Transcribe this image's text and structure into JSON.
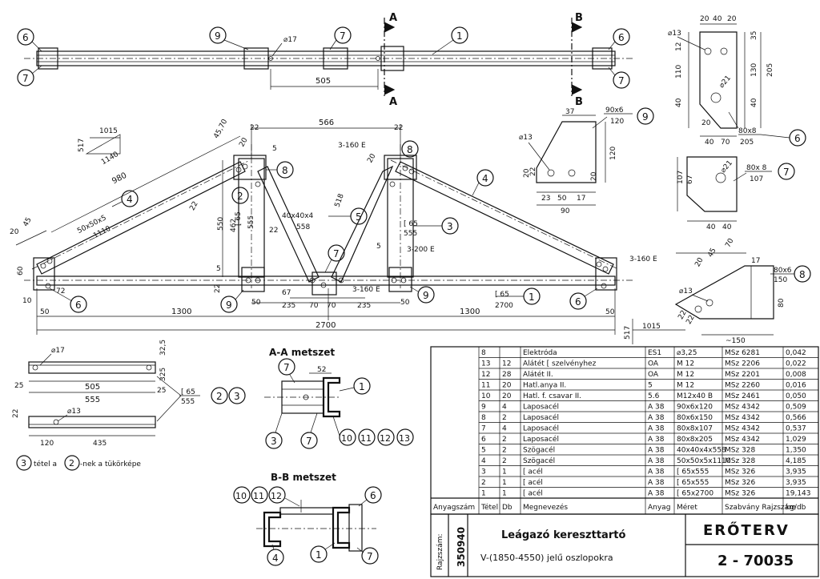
{
  "top_view": {
    "dim_505": "505",
    "phi17": "⌀17",
    "section_a": "A",
    "section_b": "B",
    "callouts": [
      "6",
      "7",
      "9",
      "7",
      "1",
      "6",
      "7"
    ]
  },
  "truss": {
    "dims": {
      "d1015": "1015",
      "d517": "517",
      "d1140": "1140",
      "d980": "980",
      "d4570": "45,70",
      "d20a": "20",
      "d22a": "22",
      "d5a": "5",
      "d566": "566",
      "d22b": "22",
      "d20b": "20",
      "d550": "550",
      "d462": "462",
      "d555": "555",
      "d22c": "22",
      "d518": "518",
      "d67": "67",
      "d235a": "235",
      "d70a": "70",
      "d70b": "70",
      "d235b": "235",
      "d50a": "50",
      "d50b": "50",
      "d50c": "50",
      "d1300a": "1300",
      "d1300b": "1300",
      "d2700": "2700",
      "d20c": "20",
      "d45": "45",
      "d60": "60",
      "d10": "10",
      "d72": "72",
      "d5b": "5",
      "d5c": "5",
      "d22d": "22",
      "d20d": "20",
      "d22e": "22"
    },
    "labels": {
      "l_50x50x5": "50x50x5",
      "l_1110": "1110",
      "l_40x40x4": "40x40x4",
      "l_558": "558",
      "l_c65a": "[ 65",
      "l_555a": "555",
      "l_c65b": "[ 65",
      "l_555b": "555",
      "l_c65c": "[ 65",
      "l_2700": "2700",
      "weld_3_160a": "3-160 E",
      "weld_3_200": "3-200 E",
      "weld_3_160b": "3-160 E",
      "weld_3_160c": "3-160 E"
    },
    "callouts": [
      "6",
      "2",
      "8",
      "4",
      "5",
      "7",
      "8",
      "3",
      "9",
      "9",
      "1",
      "6",
      "4"
    ]
  },
  "plates": {
    "p6": {
      "d20": "20",
      "d40": "40",
      "d20b": "20",
      "phi13": "⌀13",
      "d12": "12",
      "d35": "35",
      "d110": "110",
      "d130": "130",
      "d205": "205",
      "d40b": "40",
      "d40c": "40",
      "d20c": "20",
      "phi21": "⌀21",
      "d40d": "40",
      "d70": "70",
      "dim": "80x8",
      "len": "205",
      "callout": "6"
    },
    "p9": {
      "d37": "37",
      "dim": "90x6",
      "len": "120",
      "phi13": "⌀13",
      "d120": "120",
      "d20": "20",
      "d22": "22",
      "d20b": "20",
      "d23": "23",
      "d50": "50",
      "d17": "17",
      "d90": "90",
      "callout": "9"
    },
    "p7": {
      "d67": "67",
      "d107": "107",
      "phi21": "⌀21",
      "dim": "80x 8",
      "len": "107",
      "d40": "40",
      "d40b": "40",
      "callout": "7"
    },
    "p8": {
      "d20": "20",
      "d45": "45",
      "d70": "70",
      "d17": "17",
      "dim": "80x6",
      "len": "150",
      "phi13": "⌀13",
      "d80": "80",
      "d22": "22",
      "d22b": "22",
      "d150": "~150",
      "callout": "8"
    }
  },
  "part23": {
    "phi17": "⌀17",
    "d325": "32,5",
    "d25a": "25",
    "d325b": "325",
    "d505": "505",
    "d25b": "25",
    "d555": "555",
    "d22": "22",
    "phi13": "⌀13",
    "d120": "120",
    "d435": "435",
    "c65": "[ 65",
    "len": "555",
    "callouts": [
      "2",
      "3"
    ],
    "note_part": "3",
    "note_text_a": "tétel a",
    "note_ref": "2",
    "note_text_b": "-nek a tükörképe"
  },
  "section_aa": {
    "title": "A-A metszet",
    "d52": "52",
    "callouts": [
      "7",
      "1",
      "3",
      "7",
      "10",
      "11",
      "12",
      "13"
    ]
  },
  "section_bb": {
    "title": "B-B metszet",
    "callouts": [
      "10",
      "11",
      "12",
      "6",
      "4",
      "1",
      "7"
    ]
  },
  "bom": {
    "headers": [
      "Anyagszám",
      "Tétel",
      "Db",
      "Megnevezés",
      "Anyag",
      "Méret",
      "Szabvány Rajzszám",
      "kg/db"
    ],
    "rows": [
      [
        "",
        "8",
        "",
        "Elektróda",
        "ES1",
        "⌀3,25",
        "MSz 6281",
        "0,042"
      ],
      [
        "",
        "13",
        "12",
        "Alátét [ szelvényhez",
        "OA",
        "M 12",
        "MSz 2206",
        "0,022"
      ],
      [
        "",
        "12",
        "28",
        "Alátét II.",
        "OA",
        "M 12",
        "MSz 2201",
        "0,008"
      ],
      [
        "",
        "11",
        "20",
        "Hatl.anya II.",
        "5",
        "M 12",
        "MSz 2260",
        "0,016"
      ],
      [
        "",
        "10",
        "20",
        "Hatl. f. csavar II.",
        "5.6",
        "M12x40 B",
        "MSz 2461",
        "0,050"
      ],
      [
        "",
        "9",
        "4",
        "Laposacél",
        "A 38",
        "90x6x120",
        "MSz 4342",
        "0,509"
      ],
      [
        "",
        "8",
        "2",
        "Laposacél",
        "A 38",
        "80x6x150",
        "MSz 4342",
        "0,566"
      ],
      [
        "",
        "7",
        "4",
        "Laposacél",
        "A 38",
        "80x8x107",
        "MSz 4342",
        "0,537"
      ],
      [
        "",
        "6",
        "2",
        "Laposacél",
        "A 38",
        "80x8x205",
        "MSz 4342",
        "1,029"
      ],
      [
        "",
        "5",
        "2",
        "Szögacél",
        "A 38",
        "40x40x4x558",
        "MSz 328",
        "1,350"
      ],
      [
        "",
        "4",
        "2",
        "Szögacél",
        "A 38",
        "50x50x5x1110",
        "MSz 328",
        "4,185"
      ],
      [
        "",
        "3",
        "1",
        "[ acél",
        "A 38",
        "[ 65x555",
        "MSz 326",
        "3,935"
      ],
      [
        "",
        "2",
        "1",
        "[ acél",
        "A 38",
        "[ 65x555",
        "MSz 326",
        "3,935"
      ],
      [
        "",
        "1",
        "1",
        "[ acél",
        "A 38",
        "[ 65x2700",
        "MSz 326",
        "19,143"
      ]
    ]
  },
  "title_block": {
    "rajzszam_label": "Rajzszám:",
    "rajzszam_value": "350940",
    "title_line1": "Leágazó kereszttartó",
    "title_line2": "V-(1850-4550) jelű oszlopokra",
    "company": "ERŐTERV",
    "drawing_no": "2 - 70035"
  }
}
